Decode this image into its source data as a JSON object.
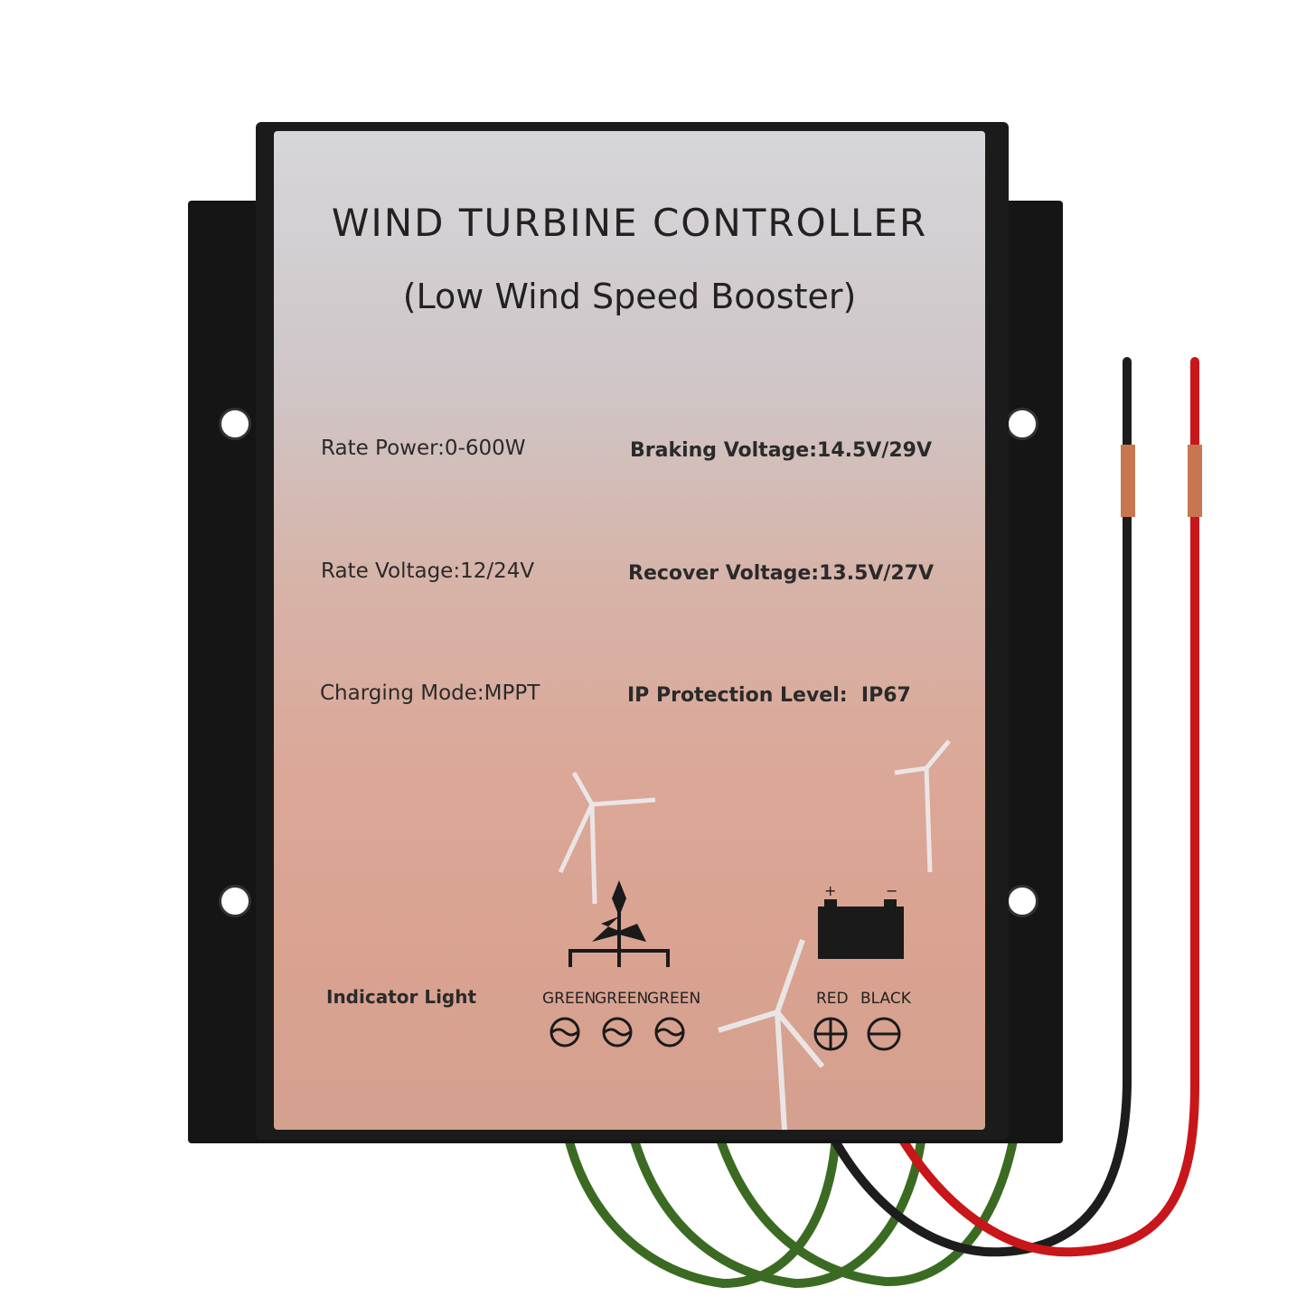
{
  "product": {
    "title": "WIND TURBINE CONTROLLER",
    "subtitle": "(Low Wind Speed Booster)",
    "specs": {
      "rate_power": "Rate Power:0-600W",
      "braking_voltage": "Braking Voltage:14.5V/29V",
      "rate_voltage": "Rate Voltage:12/24V",
      "recover_voltage": "Recover Voltage:13.5V/27V",
      "charging_mode": "Charging Mode:MPPT",
      "ip_level": "IP Protection Level:  IP67"
    },
    "indicator_label": "Indicator Light",
    "turbine_terminals": [
      "GREEN",
      "GREEN",
      "GREEN"
    ],
    "battery_terminals": [
      "RED",
      "BLACK"
    ],
    "battery_signs": [
      "+",
      "−"
    ]
  },
  "colors": {
    "green_wire": "#3b6b22",
    "red_wire": "#c8161a",
    "black_wire": "#1d1d1d",
    "copper": "#c8764f"
  }
}
